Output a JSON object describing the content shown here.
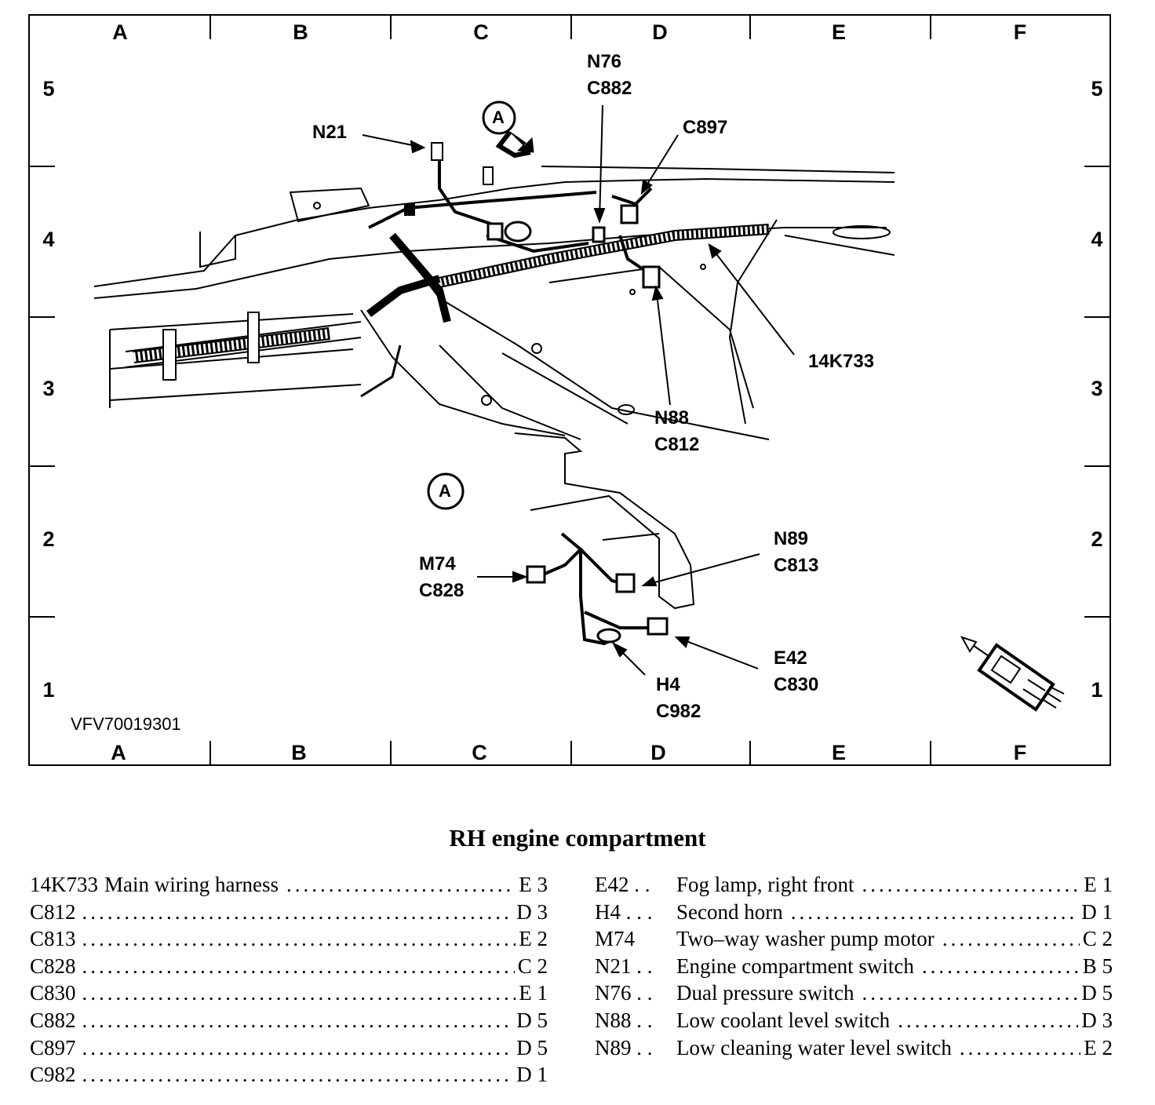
{
  "grid": {
    "columns": [
      "A",
      "B",
      "C",
      "D",
      "E",
      "F"
    ],
    "rows": [
      "5",
      "4",
      "3",
      "2",
      "1"
    ]
  },
  "callouts": {
    "n76_c882": [
      "N76",
      "C882"
    ],
    "c897": "C897",
    "n21": "N21",
    "k14733": "14K733",
    "n88_c812": [
      "N88",
      "C812"
    ],
    "n89_c813": [
      "N89",
      "C813"
    ],
    "m74_c828": [
      "M74",
      "C828"
    ],
    "e42_c830": [
      "E42",
      "C830"
    ],
    "h4_c982": [
      "H4",
      "C982"
    ],
    "view_a_top": "A",
    "view_a_bottom": "A"
  },
  "diagram_code": "VFV70019301",
  "title": "RH engine compartment",
  "legend_left": [
    {
      "code": "14K733",
      "desc": "Main wiring harness",
      "loc": "E 3"
    },
    {
      "code": "C812",
      "desc": "",
      "loc": "D 3"
    },
    {
      "code": "C813",
      "desc": "",
      "loc": "E 2"
    },
    {
      "code": "C828",
      "desc": "",
      "loc": "C 2"
    },
    {
      "code": "C830",
      "desc": "",
      "loc": "E 1"
    },
    {
      "code": "C882",
      "desc": "",
      "loc": "D 5"
    },
    {
      "code": "C897",
      "desc": "",
      "loc": "D 5"
    },
    {
      "code": "C982",
      "desc": "",
      "loc": "D 1"
    }
  ],
  "legend_right": [
    {
      "code": "E42 . .",
      "desc": "Fog lamp, right front",
      "loc": "E 1"
    },
    {
      "code": "H4 . . .",
      "desc": "Second horn",
      "loc": "D 1"
    },
    {
      "code": "M74",
      "desc": "Two–way washer pump motor",
      "loc": "C 2"
    },
    {
      "code": "N21 . .",
      "desc": "Engine compartment switch",
      "loc": "B 5"
    },
    {
      "code": "N76 . .",
      "desc": "Dual pressure switch",
      "loc": "D 5"
    },
    {
      "code": "N88 . .",
      "desc": "Low coolant level switch",
      "loc": "D 3"
    },
    {
      "code": "N89 . .",
      "desc": "Low cleaning water level switch",
      "loc": "E 2"
    }
  ]
}
